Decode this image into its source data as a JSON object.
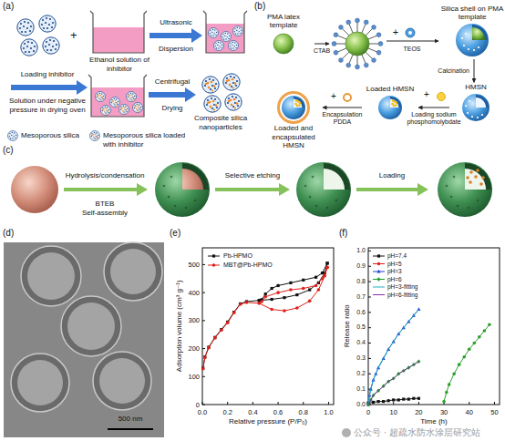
{
  "diagram": {
    "nodes": [
      {
        "text": [
          "PMA latex template"
        ]
      },
      {
        "text": [
          "Silica shell on PMA template"
        ]
      },
      {
        "text": [
          "HMSN"
        ]
      },
      {
        "text": [
          "Loaded HMSN"
        ]
      },
      {
        "text": [
          "Loaded and encapsulated HMSN"
        ]
      }
    ],
    "edges": [
      {
        "from": 1,
        "to": 2,
        "arrow": "to",
        "label": "Calcination"
      },
      {
        "from": 2,
        "to": 3,
        "arrow": "to",
        "label": "Loading sodium phosphomolybdate"
      },
      {
        "from": 3,
        "to": 4,
        "arrow": "to",
        "label": "Encapsulation PDDA"
      }
    ],
    "labels": [
      "(a)",
      "+",
      "Ethanol solution of inhibitor",
      "Ultrasonic",
      "Dispersion",
      "Loading inhibitor",
      "Solution under negative pressure in drying oven",
      "Centrifugal",
      "Drying",
      "Composite silica nanoparticles",
      "(b)",
      "CTAB",
      "+",
      "TEOS",
      "+",
      "+",
      "(c)",
      "Hydrolysis/condensation",
      "BTEB",
      "Self-assembly",
      "Selective etching",
      "Loading",
      "(d)",
      "500 nm",
      "(e)",
      "Adsorption volume (cm³ g⁻¹)",
      "Relative pressure (P/P₀)",
      "0",
      "100",
      "200",
      "300",
      "400",
      "500",
      "0.0",
      "0.2",
      "0.4",
      "0.6",
      "0.8",
      "1.0",
      "(f)",
      "Release ratio",
      "Time (h)",
      "0.0",
      "0.1",
      "0.2",
      "0.3",
      "0.4",
      "0.5",
      "0.6",
      "0.7",
      "0.8",
      "0.9",
      "1.0",
      "0",
      "10",
      "20",
      "30",
      "40",
      "50",
      "公众号 · 超疏水防水涂层研究站"
    ],
    "legend": [
      {
        "text": "Mesoporous silica"
      },
      {
        "text": "Mesoporous silica loaded with inhibitor"
      },
      {
        "text": "Pb-HPMO"
      },
      {
        "text": "MBT@Pb-HPMO"
      },
      {
        "text": "pH=7.4"
      },
      {
        "text": "pH=5"
      },
      {
        "text": "pH=3"
      },
      {
        "text": "pH=6"
      },
      {
        "text": "pH=3-fitting"
      },
      {
        "text": "pH=6-fitting"
      }
    ]
  }
}
